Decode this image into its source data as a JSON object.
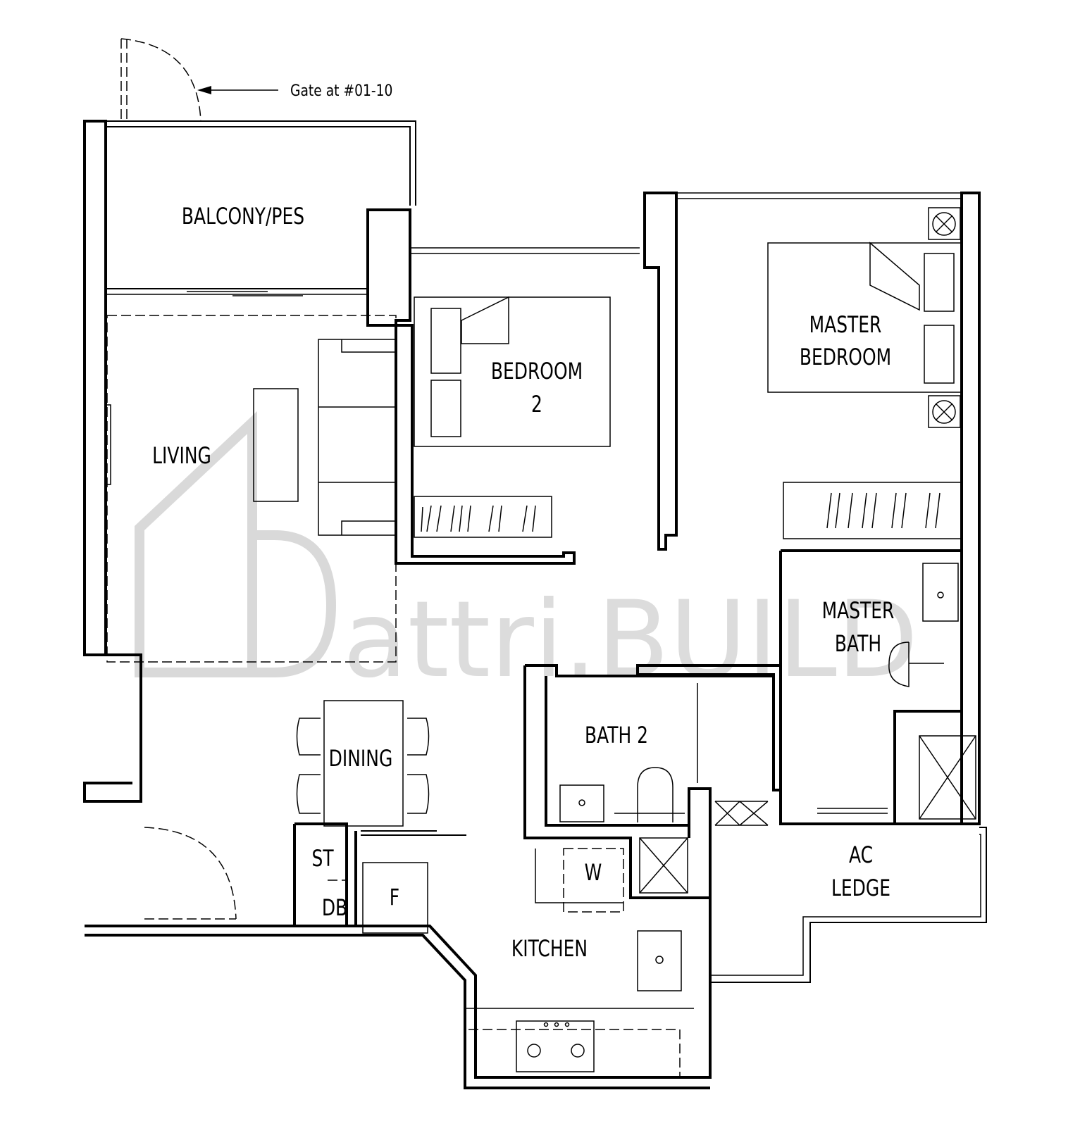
{
  "watermark": {
    "text": "attri.BUILD"
  },
  "annotation": {
    "gate_note": "Gate at #01-10"
  },
  "rooms": {
    "balcony": "BALCONY/PES",
    "living": "LIVING",
    "bedroom2_line1": "BEDROOM",
    "bedroom2_line2": "2",
    "master_line1": "MASTER",
    "master_line2": "BEDROOM",
    "master_bath_line1": "MASTER",
    "master_bath_line2": "BATH",
    "bath2": "BATH 2",
    "dining": "DINING",
    "store": "ST",
    "db": "DB",
    "fridge": "F",
    "washer": "W",
    "kitchen": "KITCHEN",
    "ac_line1": "AC",
    "ac_line2": "LEDGE"
  }
}
